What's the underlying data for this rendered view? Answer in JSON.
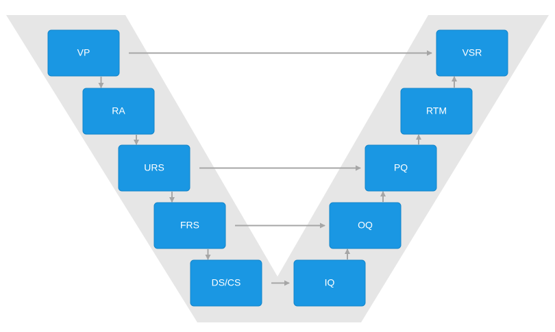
{
  "colors": {
    "background": "#ffffff",
    "band": "#e6e6e6",
    "box": "#1a97e3",
    "box_border": "#1384c9",
    "label": "#ffffff",
    "arrow": "#a6a6a6"
  },
  "diagram": {
    "left_branch": [
      {
        "id": "vp",
        "label": "VP"
      },
      {
        "id": "ra",
        "label": "RA"
      },
      {
        "id": "urs",
        "label": "URS"
      },
      {
        "id": "frs",
        "label": "FRS"
      },
      {
        "id": "dscs",
        "label": "DS/CS"
      }
    ],
    "right_branch": [
      {
        "id": "iq",
        "label": "IQ"
      },
      {
        "id": "oq",
        "label": "OQ"
      },
      {
        "id": "pq",
        "label": "PQ"
      },
      {
        "id": "rtm",
        "label": "RTM"
      },
      {
        "id": "vsr",
        "label": "VSR"
      }
    ],
    "connections": [
      {
        "from": "vp",
        "to": "ra"
      },
      {
        "from": "ra",
        "to": "urs"
      },
      {
        "from": "urs",
        "to": "frs"
      },
      {
        "from": "frs",
        "to": "dscs"
      },
      {
        "from": "dscs",
        "to": "iq"
      },
      {
        "from": "iq",
        "to": "oq"
      },
      {
        "from": "oq",
        "to": "pq"
      },
      {
        "from": "pq",
        "to": "rtm"
      },
      {
        "from": "rtm",
        "to": "vsr"
      },
      {
        "from": "vp",
        "to": "vsr"
      },
      {
        "from": "urs",
        "to": "pq"
      },
      {
        "from": "frs",
        "to": "oq"
      }
    ]
  }
}
